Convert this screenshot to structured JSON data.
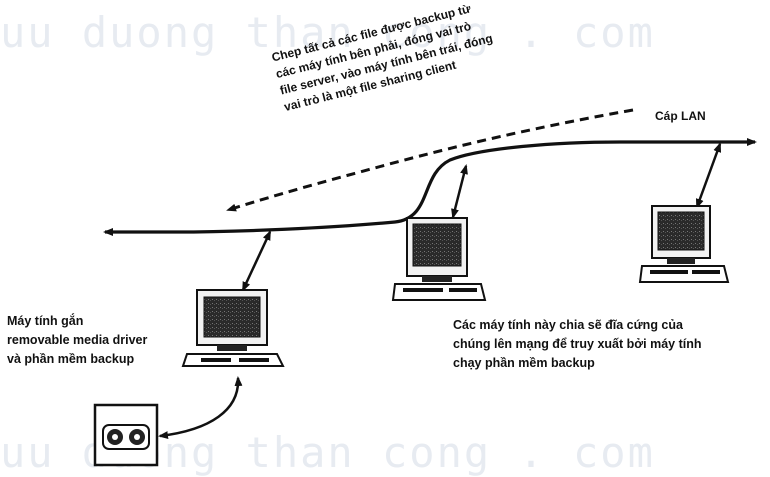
{
  "watermark": {
    "top_text": "uu duong than cong . com",
    "bottom_text": "uu duong than cong . com"
  },
  "labels": {
    "lan_cable": "Cáp LAN",
    "copy_note": "Chep tất cả các file được backup từ\ncác máy tính bên phải, đóng vai trò\nfile server, vào máy tính bên trái, đóng\nvai trò là một file sharing client",
    "backup_pc": "Máy tính gắn\nremovable media driver\nvà phần mềm backup",
    "shared_pcs": "Các máy tính này chia sẽ đĩa cứng của\nchúng lên mạng để truy xuất bởi máy tính\nchạy phần mềm backup"
  },
  "icons": [
    "computer-icon",
    "tape-drive-icon"
  ]
}
